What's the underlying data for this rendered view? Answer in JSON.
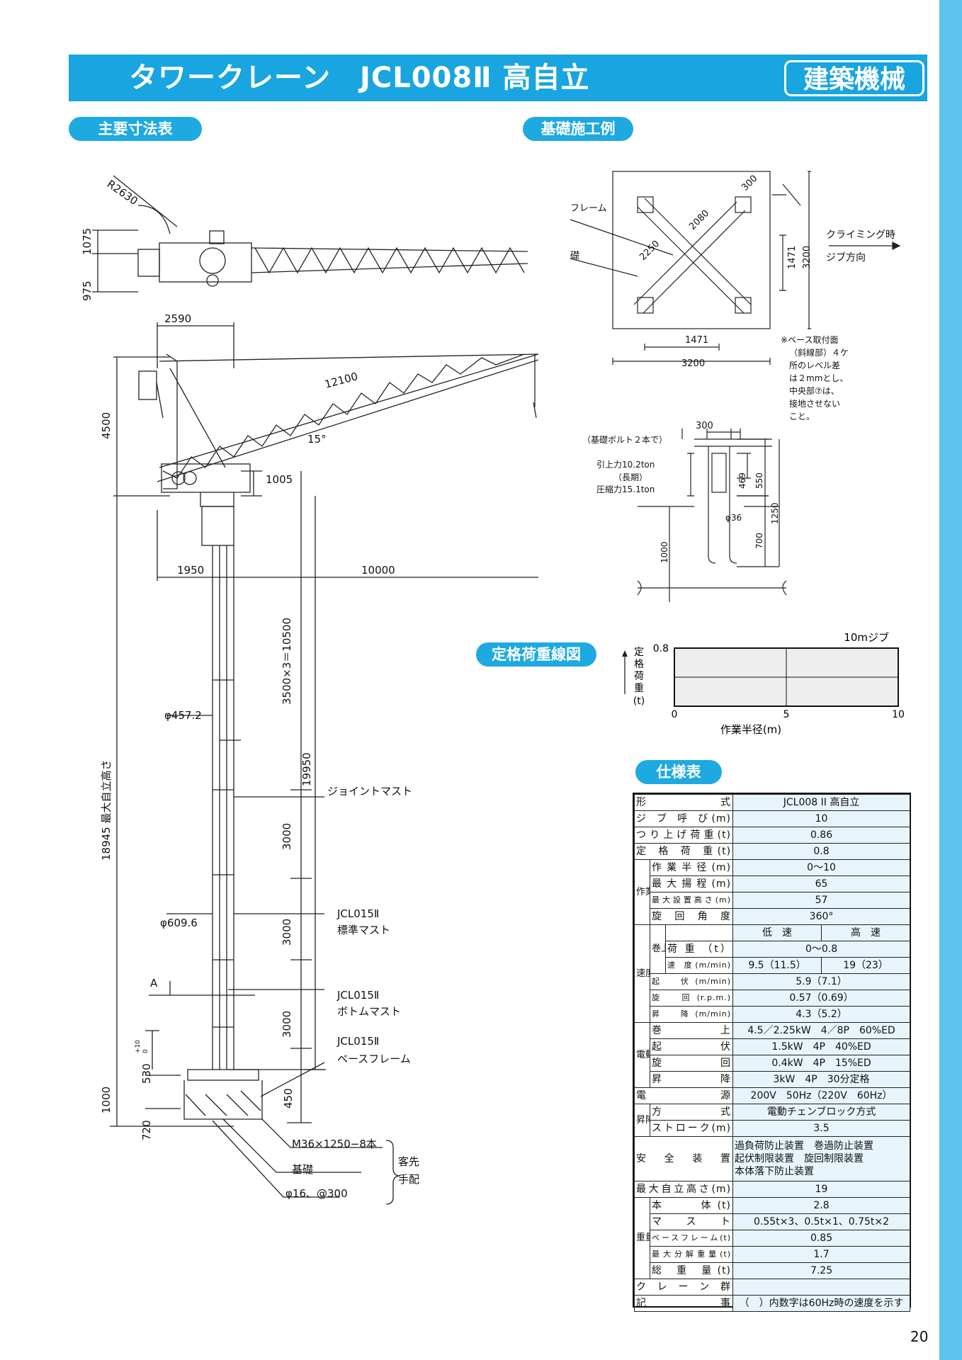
{
  "header": {
    "title": "タワークレーン　JCL008Ⅱ 高自立",
    "badge": "建築機械"
  },
  "sections": {
    "dimensions": "主要寸法表",
    "foundation": "基礎施工例",
    "load_chart": "定格荷重線図",
    "spec": "仕様表"
  },
  "drawing_main": {
    "r2630": "R2630",
    "d1075": "1075",
    "d975": "975",
    "d2590": "2590",
    "d12100": "12100",
    "d4500": "4500",
    "d15deg": "15°",
    "d1005": "1005",
    "d1950": "1950",
    "d10000": "10000",
    "d3500": "3500×3＝10500",
    "d457": "φ457.2",
    "d19950": "19950",
    "d18945": "18945 最大自立高さ",
    "joint_mast": "ジョイントマスト",
    "d3000": "3000",
    "d609": "φ609.6",
    "std_mast_1": "JCL015Ⅱ",
    "std_mast_2": "標準マスト",
    "a_mark": "A",
    "bottom_mast_1": "JCL015Ⅱ",
    "bottom_mast_2": "ボトムマスト",
    "base_frame_1": "JCL015Ⅱ",
    "base_frame_2": "ベースフレーム",
    "d530": "530",
    "d530_tol_plus": "+10",
    "d530_tol_zero": "0",
    "d450": "450",
    "d1000": "1000",
    "d720": "720",
    "bolt": "M36×1250−8本",
    "kiso": "基礎",
    "rebar": "φ16、@300",
    "client_1": "客先",
    "client_2": "手配"
  },
  "drawing_foundation": {
    "frame": "フレーム",
    "kiso": "礎",
    "d300": "300",
    "d2080": "2080",
    "d2250": "2250",
    "d1471v": "1471",
    "d3200v": "3200",
    "d1471h": "1471",
    "d3200h": "3200",
    "climb_1": "クライミング時",
    "climb_2": "ジブ方向",
    "note": [
      "※ベース取付面",
      "（斜線部）４ケ",
      "所のレベル差",
      "は２mmとし、",
      "中央部⑦は、",
      "接地させない",
      "こと。"
    ],
    "bolt_note": "（基礎ボルト２本で）",
    "d300b": "300",
    "uplift": "引上力10.2ton",
    "longterm": "（長期）",
    "compress": "圧縮力15.1ton",
    "d469": "469",
    "d550": "550",
    "d1250": "1250",
    "d36": "φ36",
    "d700": "700",
    "d1000": "1000"
  },
  "chart_data": {
    "type": "line",
    "title": "10mジブ",
    "ylabel": "定格荷重(t)",
    "xlabel": "作業半径(m)",
    "xlim": [
      0,
      10
    ],
    "ylim": [
      0,
      0.8
    ],
    "x_ticks": [
      "0",
      "5",
      "10"
    ],
    "y_ticks": [
      "0.8"
    ],
    "grid": true,
    "series": [
      {
        "x": [
          0,
          10
        ],
        "y": [
          0.8,
          0.8
        ]
      }
    ]
  },
  "spec": {
    "rows": [
      {
        "type": "full",
        "label": "形　　　式",
        "value": "JCL008 II 高自立"
      },
      {
        "type": "full",
        "label": "ジ ブ 呼 び(m)",
        "value": "10"
      },
      {
        "type": "full",
        "label": "つり上げ荷重(t)",
        "value": "0.86"
      },
      {
        "type": "full",
        "label": "定 格 荷 重(t)",
        "value": "0.8"
      },
      {
        "type": "grp",
        "group": "作業範囲",
        "label": "作業半径(m)",
        "value": "0〜10"
      },
      {
        "type": "grp",
        "label": "最大揚程(m)",
        "value": "65"
      },
      {
        "type": "grp",
        "label": "最大設置高さ(m)",
        "value": "57",
        "small": true
      },
      {
        "type": "grp",
        "label": "旋 回 角 度",
        "value": "360°"
      }
    ],
    "speed": {
      "group": "速度",
      "sub": "巻上",
      "low": "低　速",
      "high": "高　速",
      "load_label": "荷 重 （t）",
      "load_value": "0〜0.8",
      "speed_label": "速 度(m/min)",
      "speed_low": "9.5（11.5）",
      "speed_high": "19（23）",
      "luff_label": "起　伏(m/min)",
      "luff_value": "5.9（7.1）",
      "slew_label": "旋　回(r.p.m.)",
      "slew_value": "0.57（0.69）",
      "lift_label": "昇　降(m/min)",
      "lift_value": "4.3（5.2）"
    },
    "motor": {
      "group": "電動機",
      "rows": [
        {
          "label": "巻　　　上",
          "value": "4.5／2.25kW　4／8P　60%ED"
        },
        {
          "label": "起　　　伏",
          "value": "1.5kW　4P　40%ED"
        },
        {
          "label": "旋　　　回",
          "value": "0.4kW　4P　15%ED"
        },
        {
          "label": "昇　　　降",
          "value": "3kW　4P　30分定格"
        }
      ]
    },
    "power": {
      "label": "電　　　源",
      "value": "200V　50Hz（220V　60Hz）"
    },
    "lift": {
      "group": "昇降",
      "rows": [
        {
          "label": "方　　　式",
          "value": "電動チェンブロック方式"
        },
        {
          "label": "ストローク(m)",
          "value": "3.5"
        }
      ]
    },
    "safety": {
      "label": "安 全 装 置",
      "lines": [
        "過負荷防止装置　巻過防止装置",
        "起伏制限装置　旋回制限装置",
        "本体落下防止装置"
      ]
    },
    "max_height": {
      "label": "最大自立高さ(m)",
      "value": "19"
    },
    "weight": {
      "group": "重量",
      "rows": [
        {
          "label": "本　　体(t)",
          "value": "2.8"
        },
        {
          "label": "マ ス ト",
          "value": "0.55t×3、0.5t×1、0.75t×2"
        },
        {
          "label": "ベースフレーム(t)",
          "value": "0.85",
          "small": true
        },
        {
          "label": "最大分解重量(t)",
          "value": "1.7",
          "small": true
        },
        {
          "label": "総 重 量(t)",
          "value": "7.25"
        }
      ]
    },
    "crane_group": {
      "label": "ク レ ー ン 群",
      "value": ""
    },
    "remarks": {
      "label": "記　　　　事",
      "value": "（　）内数字は60Hz時の速度を示す"
    }
  },
  "page_number": "20"
}
